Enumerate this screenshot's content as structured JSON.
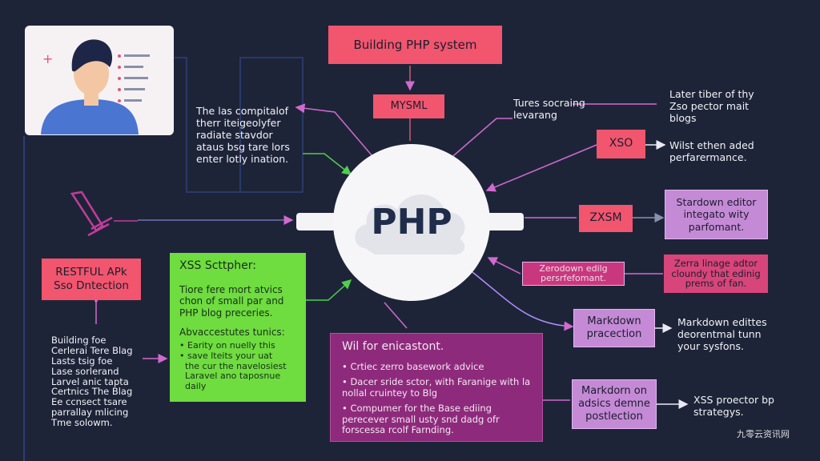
{
  "title": "Building PHP system",
  "center": {
    "label": "PHP"
  },
  "nodes": {
    "mysml": "MYSML",
    "xso": "XSO",
    "zxsm": "ZXSM",
    "restful": [
      "RESTFUL APk",
      "Sso Dntection"
    ],
    "zerodown": [
      "Zerodown edilg",
      "persrfefomant."
    ],
    "markdown_box": [
      "Markdown",
      "pracection"
    ],
    "markdon_box": [
      "Markdorn on",
      "adsics demne",
      "postlection"
    ]
  },
  "texts": {
    "left_desc": [
      "The las compitalof",
      "therr iteigeolyfer",
      "radiate stavdor",
      "ataus bsg tare lors",
      "enter lotly ination."
    ],
    "tures": [
      "Tures socraing",
      "levarang"
    ],
    "later": [
      "Later tiber of thy",
      "Zso pector mait",
      "blogs"
    ],
    "wilst": [
      "Wilst ethen aded",
      "perfarermance."
    ],
    "stardown": [
      "Stardown editor",
      "integato wity",
      "parfomant."
    ],
    "zerra": [
      "Zerra linage adtor",
      "cloundy that edinig",
      "prems of fan."
    ],
    "markdown_edit": [
      "Markdown edittes",
      "deorentmal tunn",
      "your sysfons."
    ],
    "xss": [
      "XSS proector bp",
      "strategys."
    ],
    "building_left": [
      "Building foe",
      "Cerlerai Tere Blag",
      "Lasts tsig foe",
      "Lase sorlerand",
      "Larvel anic tapta",
      "Certnics The Blag",
      "Ee ccnsect tsare",
      "parrallay mlicing",
      "Tme solowm."
    ]
  },
  "green_panel": {
    "title": "XSS Scttpher:",
    "intro": [
      "Tiore fere mort atvics",
      "chon of small par and",
      "PHP blog preceries."
    ],
    "subtitle": "Abvaccestutes tunics:",
    "items": [
      "Earity on nuelly this",
      "save lteits your uat",
      "the cur the navelosiest",
      "Laravel ano taposnue",
      "daily"
    ]
  },
  "purple_panel": {
    "title": "Wil for enicastont.",
    "items": [
      "Crtiec zerro basework advice",
      "Dacer sride sctor, with Faranige with la nollal cruintey to Blg",
      "Compumer for the Base ediing perecever small usty snd dadg ofr forscessa rcolf Farnding."
    ]
  },
  "watermark": "九零云资讯网",
  "colors": {
    "background": "#1e2438",
    "pink": "#f2556e",
    "lavender": "#c58ad6",
    "green": "#6fdc3f",
    "purple": "#8e2a7c",
    "arrow_pink": "#d06ad0",
    "arrow_green": "#4fcf4f",
    "navy_line": "#2c3e7a"
  }
}
